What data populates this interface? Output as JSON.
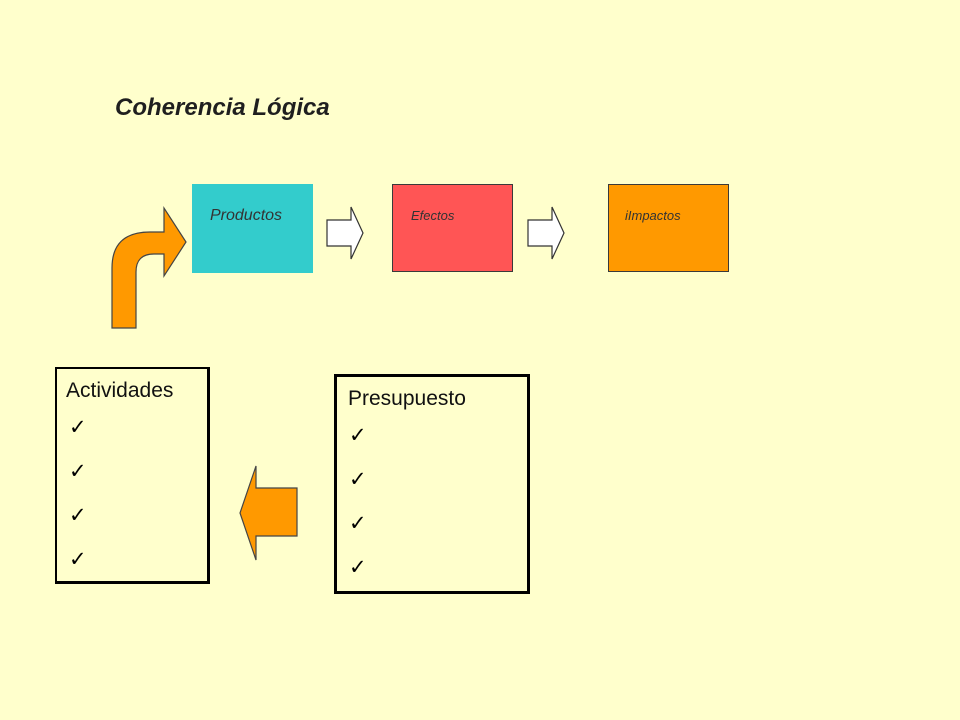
{
  "title": "Coherencia Lógica",
  "stages": [
    {
      "label": "Productos",
      "color": "#33CCCC"
    },
    {
      "label": "Efectos",
      "color": "#FF5555"
    },
    {
      "label": "iImpactos",
      "color": "#FF9900"
    }
  ],
  "activities": {
    "title": "Actividades",
    "items": [
      "✓",
      "✓",
      "✓",
      "✓"
    ]
  },
  "budget": {
    "title": "Presupuesto",
    "items": [
      "✓",
      "✓",
      "✓",
      "✓"
    ]
  },
  "colors": {
    "background": "#FFFFCC",
    "arrow_fill": "#FF9900",
    "arrow_outline_fill": "#FFFFFF"
  }
}
